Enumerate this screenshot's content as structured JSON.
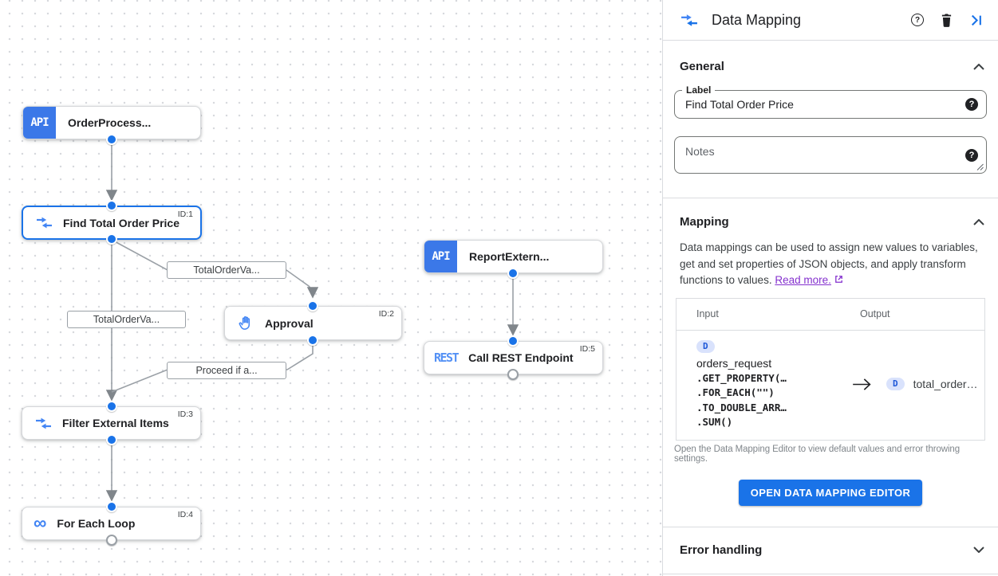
{
  "panel": {
    "title": "Data Mapping",
    "sections": {
      "general": "General",
      "mapping": "Mapping",
      "error_handling": "Error handling"
    },
    "label_field": {
      "label": "Label",
      "value": "Find Total Order Price"
    },
    "notes_field": {
      "placeholder": "Notes"
    },
    "mapping": {
      "description": "Data mappings can be used to assign new values to variables, get and set properties of JSON objects, and apply transform functions to values.",
      "read_more": "Read more.",
      "table": {
        "input_header": "Input",
        "output_header": "Output",
        "input_badge": "D",
        "input_variable": "orders_request",
        "input_functions": [
          ".GET_PROPERTY(…",
          ".FOR_EACH(\"\")",
          ".TO_DOUBLE_ARR…",
          ".SUM()"
        ],
        "output_badge": "D",
        "output_variable": "total_order…"
      },
      "caption": "Open the Data Mapping Editor to view default values and error throwing settings.",
      "button": "OPEN DATA MAPPING EDITOR"
    }
  },
  "canvas": {
    "nodes": [
      {
        "label": "OrderProcess...",
        "badge": "API",
        "id": ""
      },
      {
        "label": "Find Total Order Price",
        "id": "ID:1"
      },
      {
        "label": "Approval",
        "id": "ID:2"
      },
      {
        "label": "Filter External Items",
        "id": "ID:3"
      },
      {
        "label": "For Each Loop",
        "id": "ID:4"
      },
      {
        "label": "ReportExtern...",
        "badge": "API",
        "id": ""
      },
      {
        "label": "Call REST Endpoint",
        "badge": "REST",
        "id": "ID:5"
      }
    ],
    "edge_labels": [
      "TotalOrderVa...",
      "TotalOrderVa...",
      "Proceed if a..."
    ]
  },
  "icons": {
    "help_glyph": "?",
    "infinity_glyph": "∞"
  },
  "colors": {
    "accent": "#1a73e8",
    "node_badge_blue": "#3b78e8",
    "icon_blue": "#4285f4",
    "rest_blue": "#5491f5",
    "d_badge_bg": "#d9e2fc",
    "d_badge_text": "#1f58d8",
    "link_purple": "#8430ce",
    "edge_gray": "#9aa0a6"
  }
}
